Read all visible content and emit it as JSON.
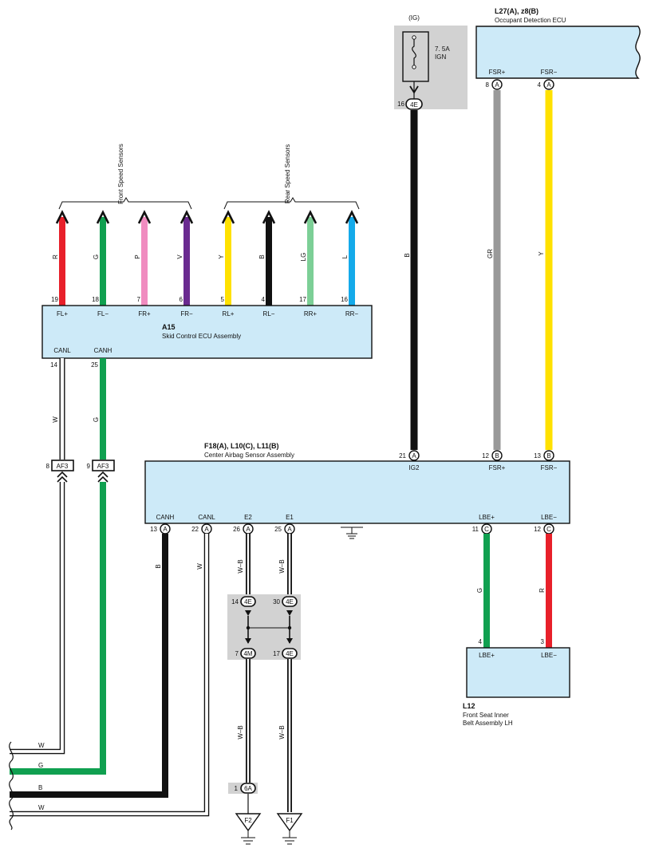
{
  "ig_block": {
    "bus": "(IG)",
    "fuse_rating": "7. 5A",
    "fuse_name": "IGN",
    "pin": "16",
    "connector": "4E"
  },
  "occupant_ecu": {
    "code": "L27(A), z8(B)",
    "name": "Occupant Detection ECU",
    "pins": [
      {
        "label": "FSR+",
        "num": "8",
        "conn": "A"
      },
      {
        "label": "FSR−",
        "num": "4",
        "conn": "A"
      }
    ]
  },
  "front_speed_sensors": "Front Speed Sensors",
  "rear_speed_sensors": "Rear Speed Sensors",
  "skid_ecu": {
    "code": "A15",
    "name": "Skid Control ECU Assembly",
    "top_pins": [
      {
        "num": "19",
        "label": "FL+",
        "wire": "R",
        "color": "#e8202a"
      },
      {
        "num": "18",
        "label": "FL−",
        "wire": "G",
        "color": "#10a050"
      },
      {
        "num": "7",
        "label": "FR+",
        "wire": "P",
        "color": "#f08cc0"
      },
      {
        "num": "6",
        "label": "FR−",
        "wire": "V",
        "color": "#6a2a90"
      },
      {
        "num": "5",
        "label": "RL+",
        "wire": "Y",
        "color": "#ffe100"
      },
      {
        "num": "4",
        "label": "RL−",
        "wire": "B",
        "color": "#111111"
      },
      {
        "num": "17",
        "label": "RR+",
        "wire": "LG",
        "color": "#7ccf96"
      },
      {
        "num": "16",
        "label": "RR−",
        "wire": "L",
        "color": "#14aaea"
      }
    ],
    "bottom_pins": [
      {
        "label": "CANL",
        "num": "14",
        "wire": "W"
      },
      {
        "label": "CANH",
        "num": "25",
        "wire": "G"
      }
    ]
  },
  "af3_connectors": [
    {
      "num": "8",
      "name": "AF3"
    },
    {
      "num": "9",
      "name": "AF3"
    }
  ],
  "center_sensor": {
    "code": "F18(A), L10(C), L11(B)",
    "name": "Center Airbag Sensor Assembly",
    "top_pins": [
      {
        "num": "21",
        "conn": "A",
        "label": "IG2",
        "wire": "B"
      },
      {
        "num": "12",
        "conn": "B",
        "label": "FSR+",
        "wire": "GR"
      },
      {
        "num": "13",
        "conn": "B",
        "label": "FSR−",
        "wire": "Y"
      }
    ],
    "bottom_pins": [
      {
        "label": "CANH",
        "num": "13",
        "conn": "A",
        "wire": "B"
      },
      {
        "label": "CANL",
        "num": "22",
        "conn": "A",
        "wire": "W"
      },
      {
        "label": "E2",
        "num": "26",
        "conn": "A",
        "wire": "W–B"
      },
      {
        "label": "E1",
        "num": "25",
        "conn": "A",
        "wire": "W–B"
      },
      {
        "label": "LBE+",
        "num": "11",
        "conn": "C",
        "wire": "G"
      },
      {
        "label": "LBE−",
        "num": "12",
        "conn": "C",
        "wire": "R"
      }
    ]
  },
  "junction": {
    "upper": [
      {
        "num": "14",
        "conn": "4E"
      },
      {
        "num": "30",
        "conn": "4E"
      }
    ],
    "lower": [
      {
        "num": "7",
        "conn": "4M"
      },
      {
        "num": "17",
        "conn": "4E"
      }
    ],
    "lower_wires": [
      "W–B",
      "W–B"
    ]
  },
  "ground_conn": {
    "num": "1",
    "conn": "6A"
  },
  "grounds": [
    "F2",
    "F1"
  ],
  "l12": {
    "code": "L12",
    "name_line1": "Front Seat Inner",
    "name_line2": "Belt Assembly LH",
    "pins": [
      {
        "label": "LBE+",
        "num": "4"
      },
      {
        "label": "LBE−",
        "num": "3"
      }
    ]
  },
  "continuation_wires": [
    "W",
    "G",
    "B",
    "W"
  ]
}
